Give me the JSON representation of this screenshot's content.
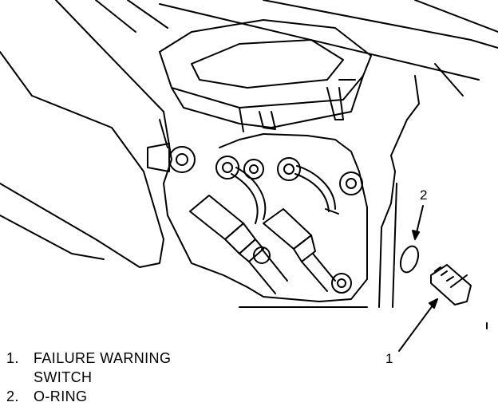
{
  "callouts": [
    {
      "number": "1"
    },
    {
      "number": "2"
    }
  ],
  "legend": [
    {
      "number": "1.",
      "label_line1": "FAILURE WARNING",
      "label_line2": "SWITCH"
    },
    {
      "number": "2.",
      "label_line1": "O-RING",
      "label_line2": ""
    }
  ],
  "colors": {
    "ink": "#000000",
    "paper": "#ffffff"
  },
  "icons": {
    "callout_arrow": "arrow-pointer",
    "brake_assembly": "master-cylinder-illustration",
    "fitting": "threaded-fitting",
    "o_ring": "o-ring"
  }
}
